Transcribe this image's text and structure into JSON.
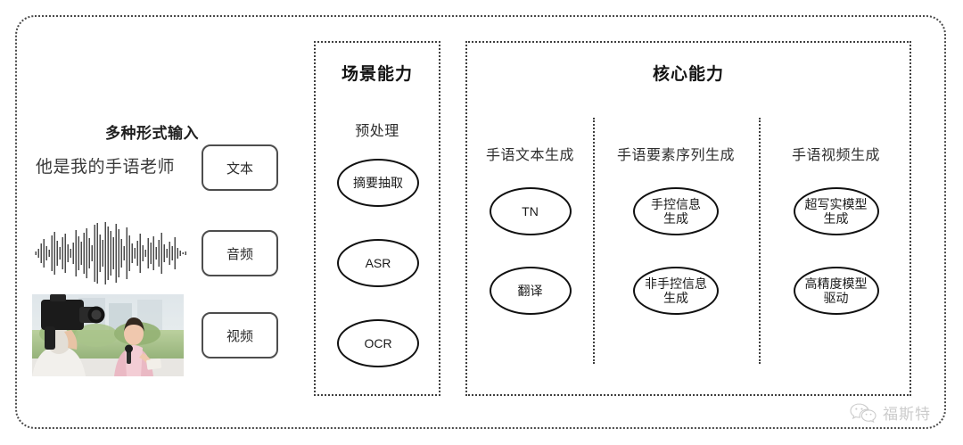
{
  "input": {
    "heading": "多种形式输入",
    "rows": [
      {
        "id": "text",
        "sample": "他是我的手语老师",
        "button": "文本",
        "media": "text-sample"
      },
      {
        "id": "audio",
        "sample": "",
        "button": "音频",
        "media": "audio-waveform"
      },
      {
        "id": "video",
        "sample": "",
        "button": "视频",
        "media": "video-thumbnail"
      }
    ]
  },
  "scene_panel": {
    "title": "场景能力",
    "subtitle": "预处理",
    "nodes": [
      "摘要抽取",
      "ASR",
      "OCR"
    ]
  },
  "core_panel": {
    "title": "核心能力",
    "columns": [
      {
        "header": "手语文本生成",
        "nodes": [
          "TN",
          "翻译"
        ]
      },
      {
        "header": "手语要素序列生成",
        "nodes": [
          "手控信息\n生成",
          "非手控信息\n生成"
        ]
      },
      {
        "header": "手语视频生成",
        "nodes": [
          "超写实模型\n生成",
          "高精度模型\n驱动"
        ]
      }
    ]
  },
  "watermark": {
    "text": "福斯特",
    "icon": "wechat-icon"
  },
  "colors": {
    "stroke": "#111111",
    "dotted_border": "#3f3f3f",
    "text": "#2b2b2b"
  }
}
